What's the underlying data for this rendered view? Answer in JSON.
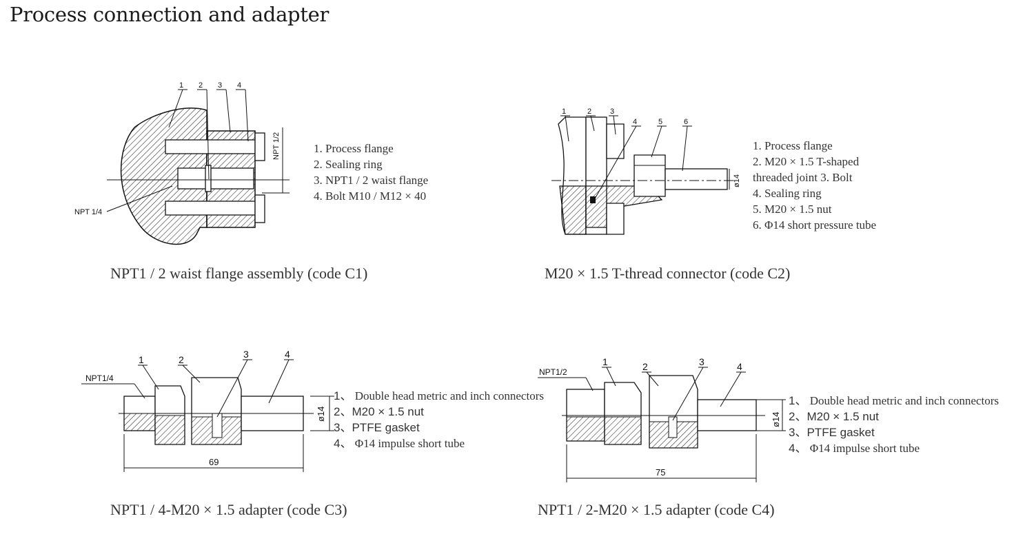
{
  "title": "Process connection and adapter",
  "panels": {
    "c1": {
      "caption": "NPT1 / 2 waist flange assembly (code C1)",
      "callouts": [
        "1",
        "2",
        "3",
        "4"
      ],
      "labels": {
        "npt_half": "NPT 1/2",
        "npt_quarter": "NPT 1/4"
      },
      "legend": [
        "1. Process flange",
        "2. Sealing ring",
        "3. NPT1 / 2 waist flange",
        "4. Bolt M10 / M12 × 40"
      ]
    },
    "c2": {
      "caption": "M20 × 1.5 T-thread connector (code C2)",
      "callouts": [
        "1",
        "2",
        "3",
        "4",
        "5",
        "6"
      ],
      "labels": {
        "dia": "ø14"
      },
      "legend": [
        "1. Process flange",
        "2. M20 × 1.5 T-shaped",
        "threaded joint 3. Bolt",
        "4. Sealing ring",
        "5. M20 × 1.5 nut",
        "6. Φ14 short pressure tube"
      ]
    },
    "c3": {
      "caption": "NPT1 / 4-M20 × 1.5 adapter (code C3)",
      "callouts": [
        "1",
        "2",
        "3",
        "4"
      ],
      "labels": {
        "npt": "NPT1/4",
        "dia": "ø14",
        "length": "69"
      },
      "legend": [
        {
          "num": "1、",
          "text": "Double head metric and inch connectors"
        },
        {
          "num": "2、",
          "text": "M20 × 1.5 nut"
        },
        {
          "num": "3、",
          "text": "PTFE  gasket"
        },
        {
          "num": "4、",
          "text": "Φ14 impulse short tube"
        }
      ]
    },
    "c4": {
      "caption": "NPT1 / 2-M20 × 1.5 adapter (code C4)",
      "callouts": [
        "1",
        "2",
        "3",
        "4"
      ],
      "labels": {
        "npt": "NPT1/2",
        "dia": "ø14",
        "length": "75"
      },
      "legend": [
        {
          "num": "1、",
          "text": "Double head metric and inch connectors"
        },
        {
          "num": "2、",
          "text": "M20 × 1.5 nut"
        },
        {
          "num": "3、",
          "text": "PTFE  gasket"
        },
        {
          "num": "4、",
          "text": "Φ14 impulse short tube"
        }
      ]
    }
  },
  "colors": {
    "ink": "#111111",
    "text": "#333333"
  }
}
